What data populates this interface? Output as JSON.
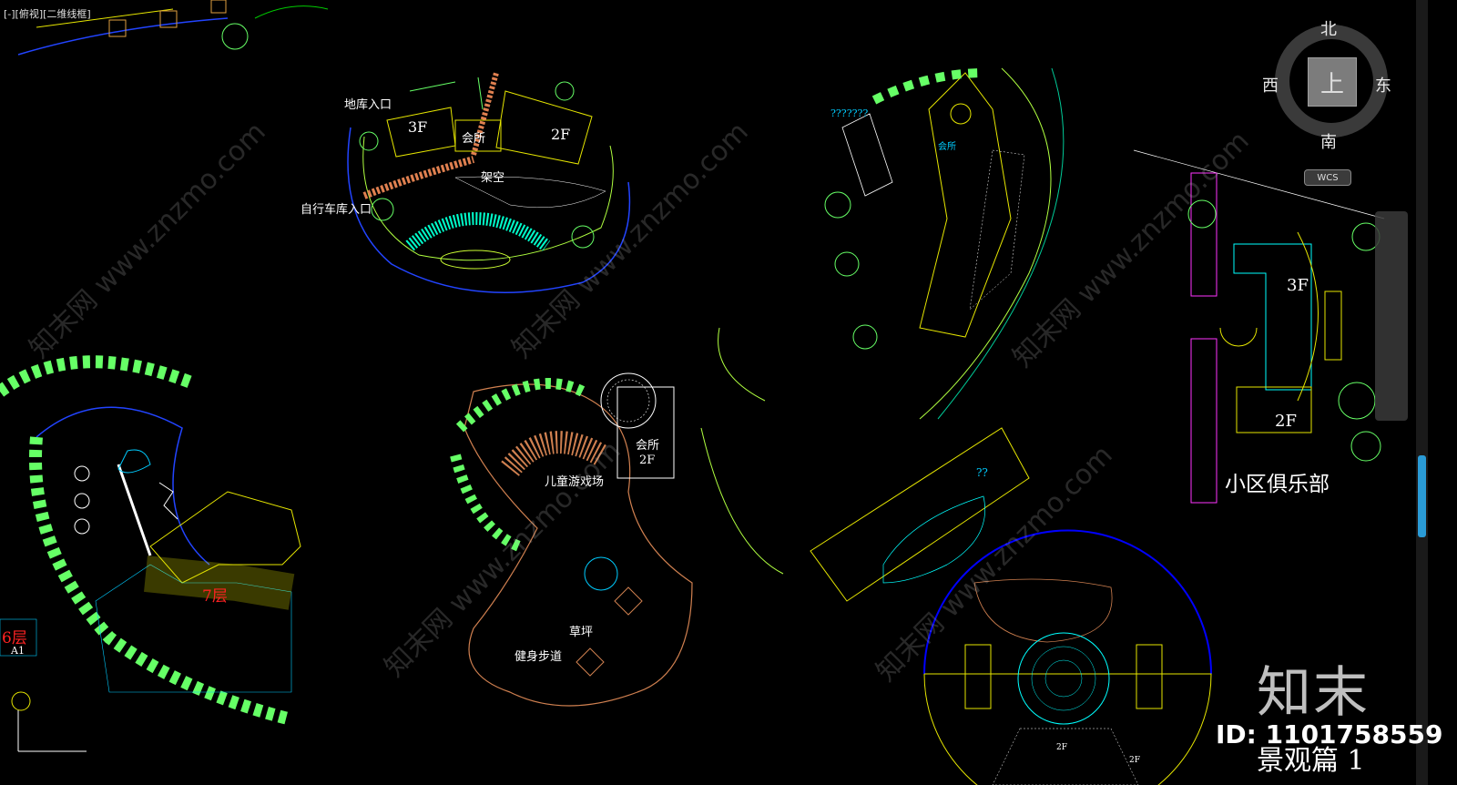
{
  "viewport": {
    "control_label": "[-][俯视][二维线框]"
  },
  "viewcube": {
    "north": "北",
    "south": "南",
    "east": "东",
    "west": "西",
    "face": "上",
    "wcs": "WCS"
  },
  "labels": {
    "garage_entrance": "地库入口",
    "bike_garage_entrance": "自行车库入口",
    "floor_3f": "3F",
    "floor_2f": "2F",
    "clubhouse": "会所",
    "pergola": "架空",
    "qmarks": "???????",
    "clubhouse_small": "会所",
    "clubhouse_2f_top": "会所",
    "clubhouse_2f_bottom": "2F",
    "kids_playground": "儿童游戏场",
    "lawn": "草坪",
    "fitness_path": "健身步道",
    "floor_7": "7层",
    "floor_6": "6层",
    "a1": "A1",
    "right_3f": "3F",
    "right_2f": "2F",
    "community_club": "小区俱乐部",
    "qq": "??",
    "bottom_2f_a": "2F",
    "bottom_2f_b": "2F"
  },
  "watermark": {
    "logo": "知末",
    "id": "ID: 1101758559",
    "diag": "知末网 www.znzmo.com",
    "title": "景观篇  1"
  }
}
